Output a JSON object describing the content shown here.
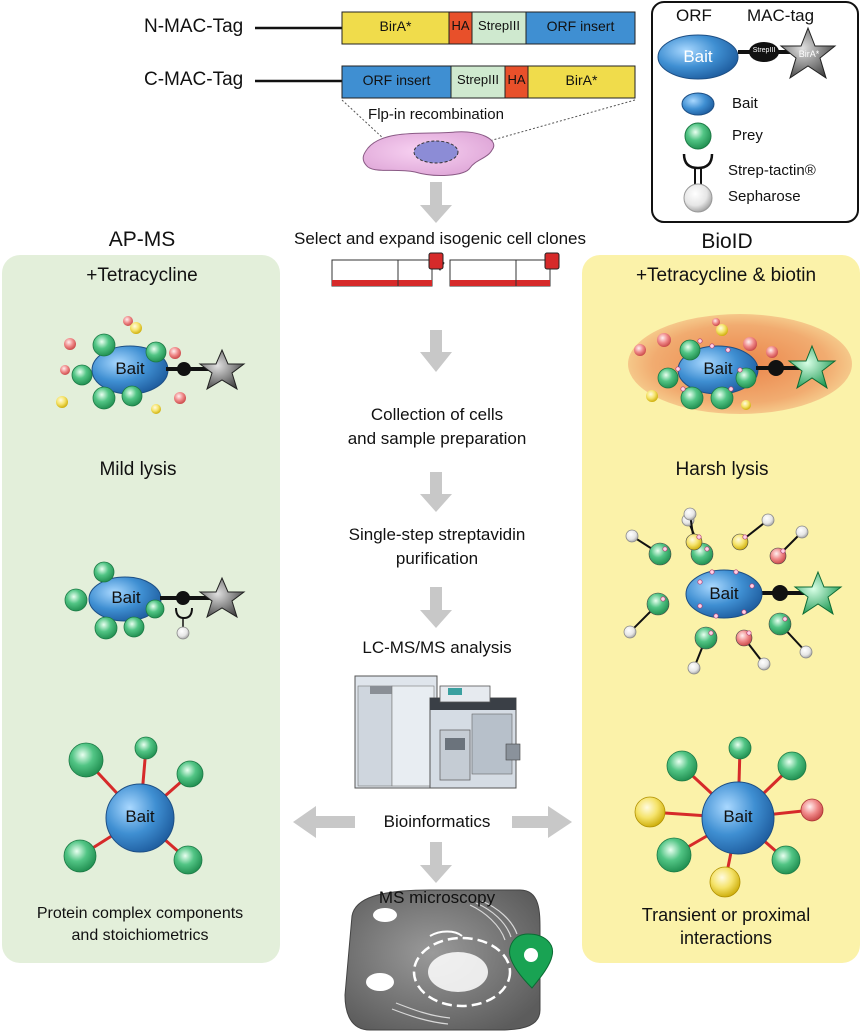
{
  "constructs": {
    "n_label": "N-MAC-Tag",
    "c_label": "C-MAC-Tag",
    "n_segments": [
      "BirA*",
      "HA",
      "StrepIII",
      "ORF insert"
    ],
    "c_segments": [
      "ORF insert",
      "StrepIII",
      "HA",
      "BirA*"
    ],
    "recombination": "Flp-in recombination"
  },
  "legend": {
    "orf": "ORF",
    "mac_tag": "MAC-tag",
    "bait_core": "Bait",
    "strep_dot": "StrepIII",
    "bira_star": "BirA*",
    "bait": "Bait",
    "prey": "Prey",
    "strep_tactin": "Strep-tactin®",
    "sepharose": "Sepharose"
  },
  "center": {
    "select": "Select and expand isogenic cell clones",
    "collection_1": "Collection of cells",
    "collection_2": "and sample preparation",
    "purif_1": "Single-step streptavidin",
    "purif_2": "purification",
    "lcms": "LC-MS/MS analysis",
    "bioinfo": "Bioinformatics",
    "microscopy": "MS microscopy"
  },
  "apms": {
    "title": "AP-MS",
    "condition": "+Tetracycline",
    "lysis": "Mild lysis",
    "bait1": "Bait",
    "bait2": "Bait",
    "bait3": "Bait",
    "result_1": "Protein complex components",
    "result_2": "and stoichiometrics"
  },
  "bioid": {
    "title": "BioID",
    "condition": "+Tetracycline & biotin",
    "lysis": "Harsh lysis",
    "bait1": "Bait",
    "bait2": "Bait",
    "bait3": "Bait",
    "result_1": "Transient or proximal",
    "result_2": "interactions"
  },
  "colors": {
    "apms_panel": "#e3efda",
    "bioid_panel": "#fbf2a9",
    "bait": "#3f8fd2",
    "prey": "#4fc07f",
    "bira": "#f0dc4b",
    "ha": "#e8502a",
    "strep": "#cfe9cf",
    "orf": "#3f8fd2",
    "arrow": "#c8c8c8",
    "bond": "#d62a2a"
  }
}
